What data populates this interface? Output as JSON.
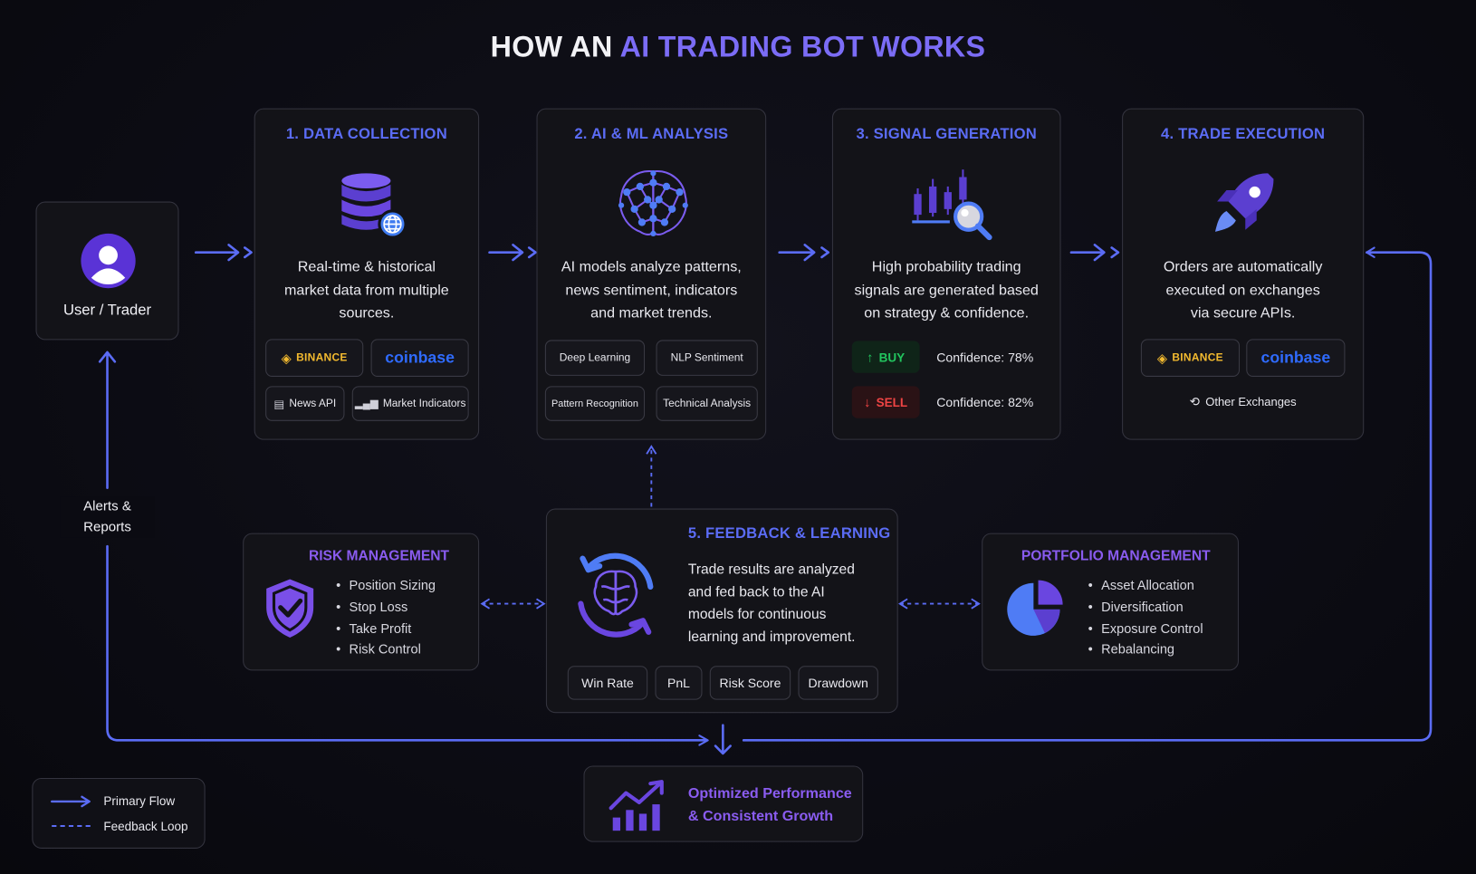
{
  "title": {
    "part1": "HOW AN",
    "part2": "AI TRADING BOT WORKS"
  },
  "user": {
    "label": "User / Trader"
  },
  "alerts": {
    "line1": "Alerts &",
    "line2": "Reports"
  },
  "step1": {
    "title": "1. DATA COLLECTION",
    "desc": [
      "Real-time & historical",
      "market data from multiple",
      "sources."
    ],
    "chips": {
      "binance": "BINANCE",
      "coinbase": "coinbase",
      "news": "News API",
      "indicators": "Market Indicators"
    }
  },
  "step2": {
    "title": "2. AI & ML ANALYSIS",
    "desc": [
      "AI models analyze patterns,",
      "news sentiment, indicators",
      "and market trends."
    ],
    "chips": [
      "Deep Learning",
      "NLP Sentiment",
      "Pattern Recognition",
      "Technical Analysis"
    ]
  },
  "step3": {
    "title": "3. SIGNAL GENERATION",
    "desc": [
      "High probability trading",
      "signals are generated based",
      "on strategy & confidence."
    ],
    "buy": {
      "label": "BUY",
      "confidence": "Confidence: 78%"
    },
    "sell": {
      "label": "SELL",
      "confidence": "Confidence: 82%"
    }
  },
  "step4": {
    "title": "4. TRADE EXECUTION",
    "desc": [
      "Orders are automatically",
      "executed on exchanges",
      "via secure APIs."
    ],
    "chips": {
      "binance": "BINANCE",
      "coinbase": "coinbase",
      "other": "Other Exchanges"
    }
  },
  "step5": {
    "title": "5. FEEDBACK & LEARNING",
    "desc": [
      "Trade results are analyzed",
      "and fed back to the AI",
      "models for continuous",
      "learning and improvement."
    ],
    "metrics": [
      "Win Rate",
      "PnL",
      "Risk Score",
      "Drawdown"
    ]
  },
  "risk": {
    "title": "RISK MANAGEMENT",
    "items": [
      "Position Sizing",
      "Stop Loss",
      "Take Profit",
      "Risk Control"
    ]
  },
  "portfolio": {
    "title": "PORTFOLIO MANAGEMENT",
    "items": [
      "Asset Allocation",
      "Diversification",
      "Exposure Control",
      "Rebalancing"
    ]
  },
  "outcome": {
    "line1": "Optimized Performance",
    "line2": "& Consistent Growth"
  },
  "legend": {
    "primary": "Primary Flow",
    "feedback": "Feedback Loop"
  },
  "colors": {
    "accent_blue": "#5b6cf5",
    "accent_purple": "#8a5cf0",
    "buy_green": "#22c55e",
    "sell_red": "#ef4444",
    "binance_yellow": "#f3ba2f",
    "coinbase_blue": "#2f6bff"
  },
  "icons": {
    "user": "user-icon",
    "database": "database-globe-icon",
    "brain": "neural-brain-icon",
    "signal": "candlestick-search-icon",
    "rocket": "rocket-icon",
    "shield": "shield-check-icon",
    "pie": "pie-chart-icon",
    "feedback": "brain-refresh-icon",
    "growth": "growth-chart-icon"
  }
}
